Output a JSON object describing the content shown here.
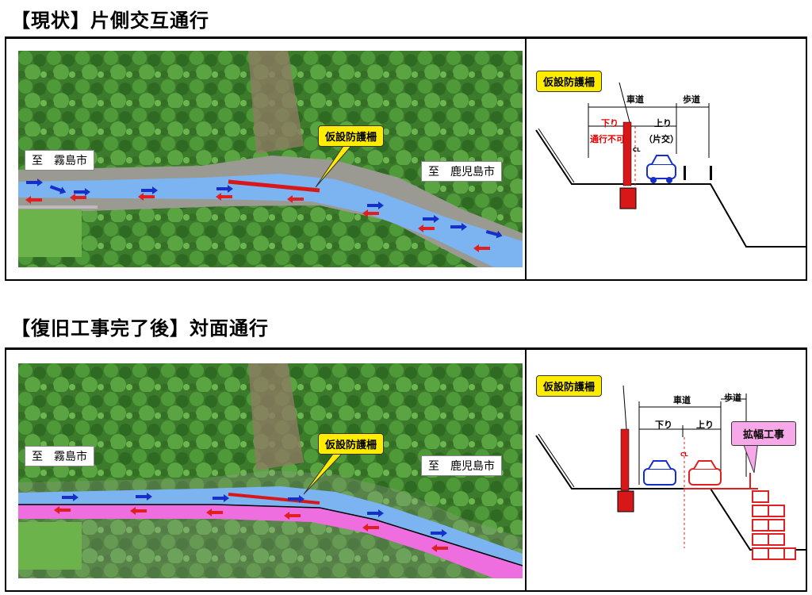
{
  "section1": {
    "title": "【現状】片側交互通行",
    "dest_left": "至　霧島市",
    "dest_right": "至　鹿児島市",
    "callout": "仮設防護柵",
    "xsec": {
      "callout": "仮設防護柵",
      "roadway": "車道",
      "sidewalk": "歩道",
      "down": "下り",
      "no_pass": "通行不可",
      "up": "上り",
      "alt": "（片交）",
      "cl": "CL"
    }
  },
  "section2": {
    "title": "【復旧工事完了後】対面通行",
    "dest_left": "至　霧島市",
    "dest_right": "至　鹿児島市",
    "callout": "仮設防護柵",
    "xsec": {
      "callout": "仮設防護柵",
      "roadway": "車道",
      "sidewalk": "歩道",
      "down": "下り",
      "up": "上り",
      "widening": "拡幅工事",
      "cl": "CL"
    }
  },
  "colors": {
    "lane_blue": "#7bb4f0",
    "lane_pink": "#ee6ee0",
    "arrow_blue": "#1530c8",
    "arrow_red": "#e02020",
    "callout_yellow": "#ffec00",
    "callout_pink": "#f7a8e8"
  }
}
